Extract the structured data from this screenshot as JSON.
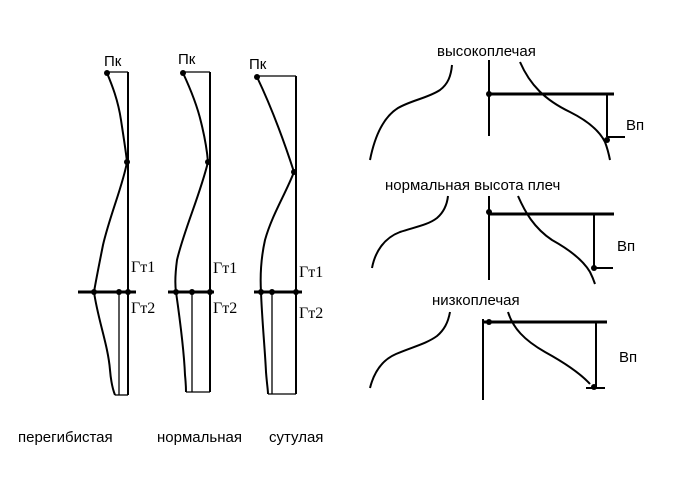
{
  "posture": {
    "figures": [
      {
        "top_label": "Пк",
        "g1": "Гт1",
        "g2": "Гт2"
      },
      {
        "top_label": "Пк",
        "g1": "Гт1",
        "g2": "Гт2"
      },
      {
        "top_label": "Пк",
        "g1": "Гт1",
        "g2": "Гт2"
      }
    ],
    "captions": [
      "перегибистая",
      "нормальная",
      "сутулая"
    ]
  },
  "shoulders": {
    "panels": [
      {
        "title": "высокоплечая",
        "measure": "Вп"
      },
      {
        "title": "нормальная высота плеч",
        "measure": "Вп"
      },
      {
        "title": "низкоплечая",
        "measure": "Вп"
      }
    ]
  }
}
